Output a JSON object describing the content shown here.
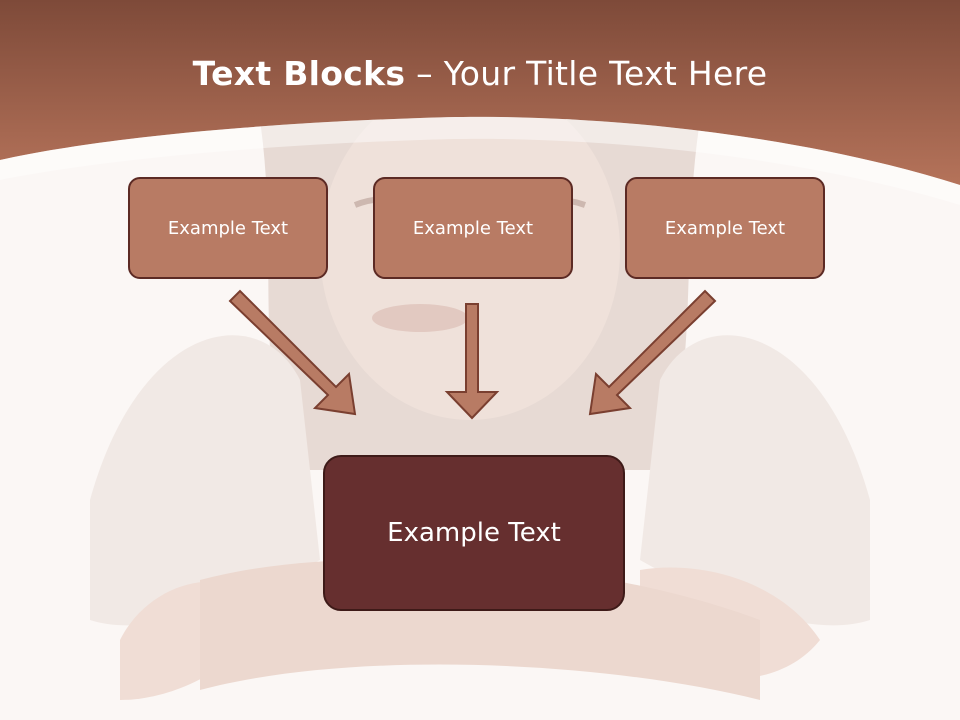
{
  "title": {
    "bold_part": "Text Blocks",
    "dash": " – ",
    "regular_part": "Your Title Text Here"
  },
  "blocks": [
    {
      "label": "Example Text"
    },
    {
      "label": "Example Text"
    },
    {
      "label": "Example Text"
    }
  ],
  "main_block": {
    "label": "Example Text"
  },
  "colors": {
    "banner_dark": "#7e4a39",
    "banner_light": "#b5735a",
    "block_fill": "#b87b64",
    "block_border": "#5c2a24",
    "main_fill": "#662f2f",
    "arrow_fill": "#b87b64",
    "arrow_stroke": "#7a3f30"
  }
}
